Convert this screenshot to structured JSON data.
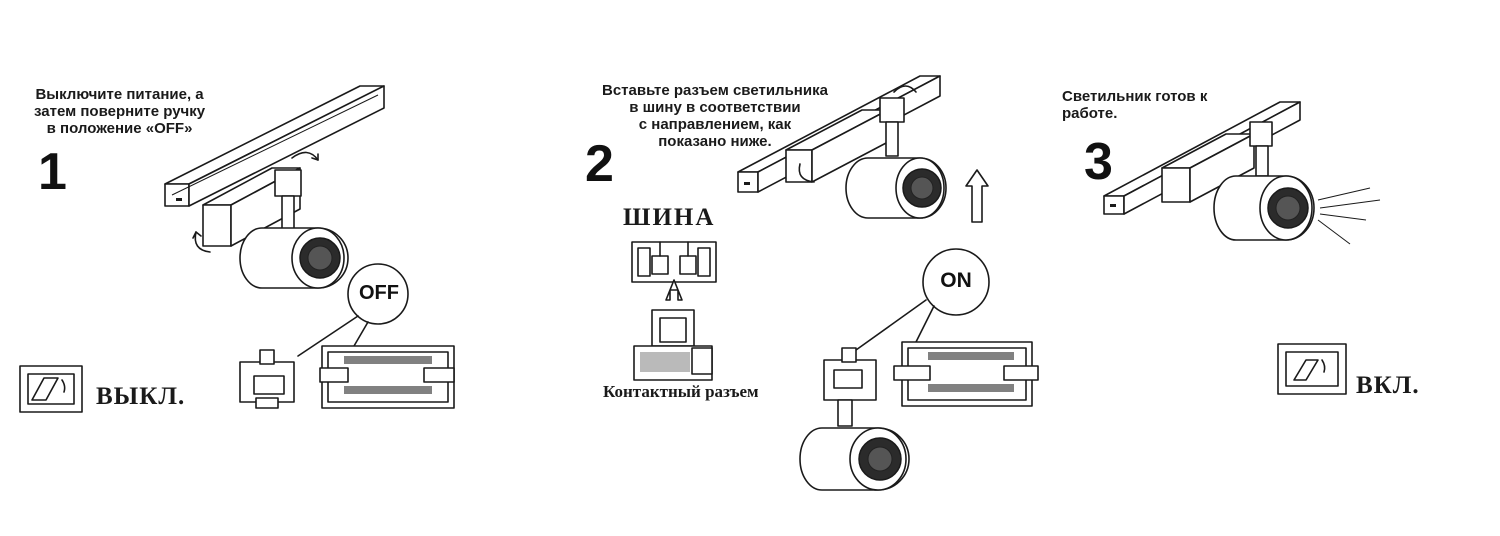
{
  "steps": [
    {
      "number": "1",
      "instruction": "Выключите питание, а\nзатем поверните ручку\nв положение «OFF»",
      "badge": "OFF",
      "switch_label": "ВЫКЛ."
    },
    {
      "number": "2",
      "instruction": "Вставьте разъем светильника\nв шину в соответствии\nс направлением, как\nпоказано ниже.",
      "badge": "ON",
      "rail_label": "ШИНА",
      "connector_label": "Контактный разъем"
    },
    {
      "number": "3",
      "instruction": "Светильник готов к\nработе.",
      "switch_label": "ВКЛ."
    }
  ]
}
